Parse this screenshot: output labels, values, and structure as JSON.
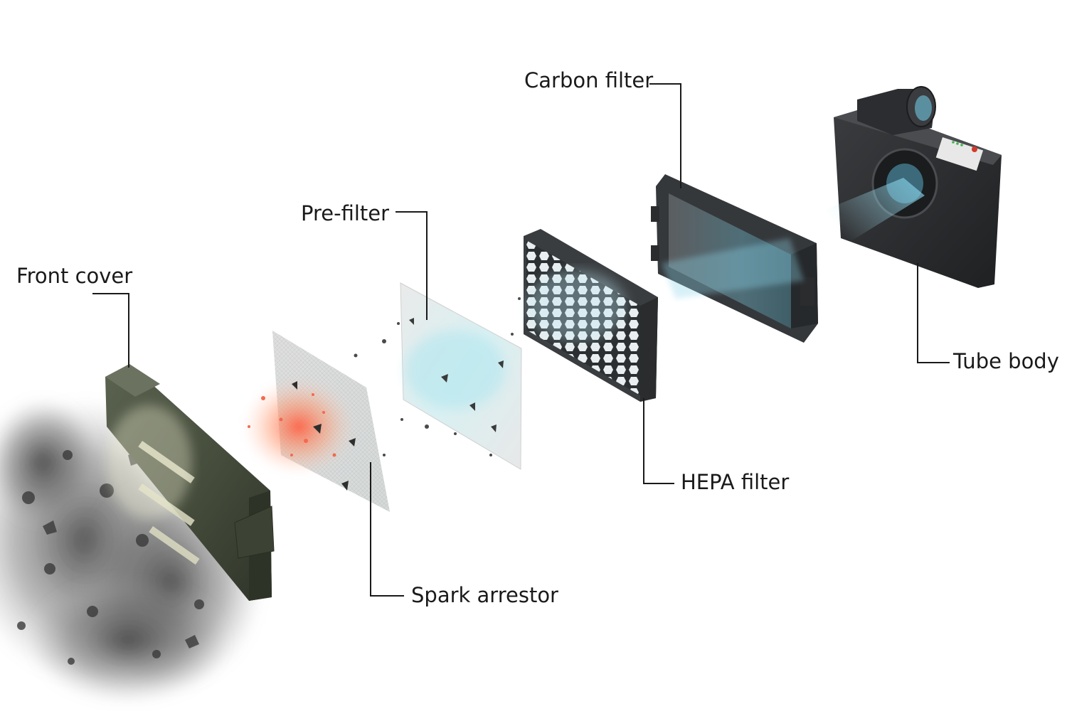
{
  "labels": {
    "front_cover": "Front cover",
    "spark_arrestor": "Spark arrestor",
    "pre_filter": "Pre-filter",
    "hepa_filter": "HEPA filter",
    "carbon_filter": "Carbon filter",
    "tube_body": "Tube body"
  },
  "colors": {
    "front_cover": "#4a5140",
    "hepa_frame": "#3a3d40",
    "carbon_frame": "#35383b",
    "tube_body": "#2a2c2e",
    "airflow": "#8fd6ea",
    "sparks": "#f26a4f",
    "leader_lines": "#1a1a1a"
  }
}
